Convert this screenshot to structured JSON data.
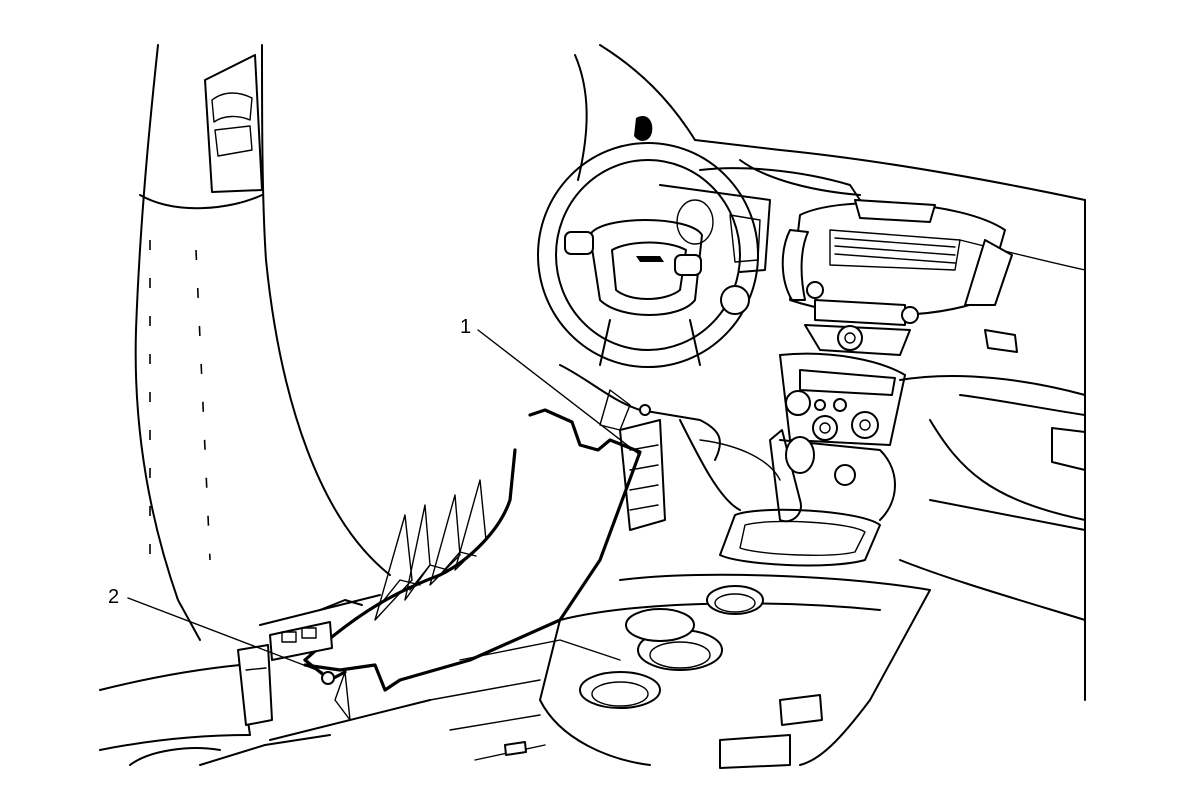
{
  "callouts": [
    {
      "id": "1",
      "text": "1"
    },
    {
      "id": "2",
      "text": "2"
    }
  ],
  "colors": {
    "background": "#ffffff",
    "line": "#000000"
  }
}
